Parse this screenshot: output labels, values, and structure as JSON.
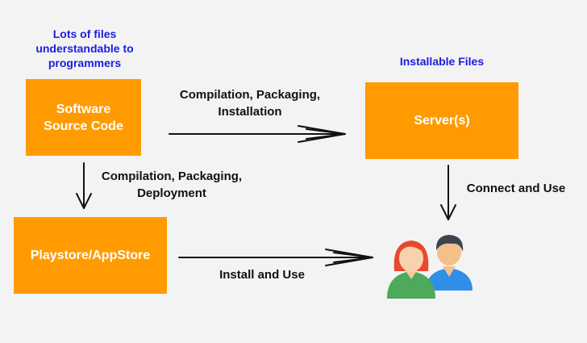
{
  "nodes": {
    "source_code": "Software\nSource Code",
    "server": "Server(s)",
    "store": "Playstore/AppStore"
  },
  "notes": {
    "source_note": "Lots of files\nunderstandable to\nprogrammers",
    "server_note": "Installable Files"
  },
  "edges": {
    "source_to_server": "Compilation, Packaging,\nInstallation",
    "source_to_store": "Compilation, Packaging,\nDeployment",
    "server_to_users": "Connect and Use",
    "store_to_users": "Install and Use"
  },
  "colors": {
    "box": "#ff9b00",
    "note": "#1c1ce0",
    "background": "#f3f3f3"
  },
  "icons": [
    "users-icon"
  ]
}
